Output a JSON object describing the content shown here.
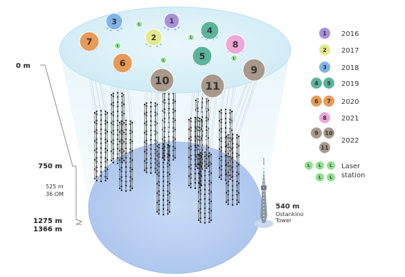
{
  "depth_scale": {
    "top_label": "0 m",
    "mid_label": "750 m",
    "cluster_height": "525 m",
    "om_count": "36 OM",
    "bottom_upper_label": "1275 m",
    "bottom_lower_label": "1366 m"
  },
  "tower": {
    "height_label": "540 m",
    "name_line1": "Ostankino",
    "name_line2": "Tower"
  },
  "clusters": [
    {
      "n": "1",
      "color": "#a691d9"
    },
    {
      "n": "2",
      "color": "#e3e98b"
    },
    {
      "n": "3",
      "color": "#7fb4e8"
    },
    {
      "n": "4",
      "color": "#5bb39c"
    },
    {
      "n": "5",
      "color": "#5bb39c"
    },
    {
      "n": "6",
      "color": "#e89a57"
    },
    {
      "n": "7",
      "color": "#e89a57"
    },
    {
      "n": "8",
      "color": "#f0a6d8"
    },
    {
      "n": "9",
      "color": "#a8998a"
    },
    {
      "n": "10",
      "color": "#a8998a"
    },
    {
      "n": "11",
      "color": "#a8998a"
    }
  ],
  "laser_badge": "L",
  "laser_color": "#8fe08f",
  "legend": {
    "year_2016": "2016",
    "year_2017": "2017",
    "year_2018": "2018",
    "year_2019": "2019",
    "year_2020": "2020",
    "year_2021": "2021",
    "year_2022": "2022",
    "laser_line1": "Laser",
    "laser_line2": "station"
  },
  "colors": {
    "top_disk": "#dcf1f8",
    "bottom_disk": "#bcd3f3",
    "string": "#444444"
  }
}
